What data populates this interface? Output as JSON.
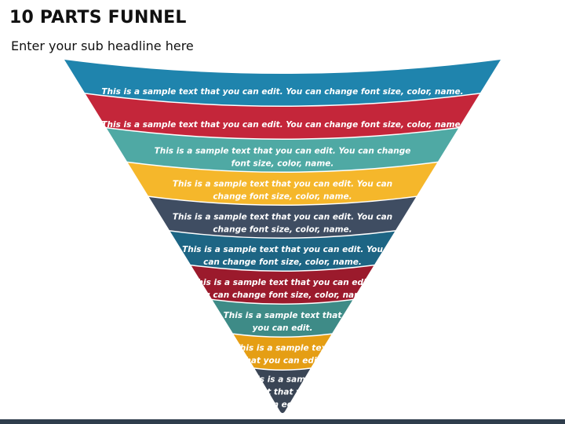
{
  "slide": {
    "title": "10 PARTS FUNNEL",
    "subtitle": "Enter your sub headline here"
  },
  "colors": {
    "text_on_band": "#ffffff",
    "footer_bar": "#2f3d4c"
  },
  "bands": [
    {
      "lines": [
        "This is a sample text that you can edit. You can change font size, color, name."
      ],
      "color": "#1f84ad"
    },
    {
      "lines": [
        "This is a sample text that you can edit. You can change font size, color, name."
      ],
      "color": "#c4263a"
    },
    {
      "lines": [
        "This is a sample text that you can edit. You can change",
        "font size, color, name."
      ],
      "color": "#4fa9a4"
    },
    {
      "lines": [
        "This is a sample text that you can edit. You can",
        "change font size, color, name."
      ],
      "color": "#f5b72b"
    },
    {
      "lines": [
        "This is a sample text that you can edit. You can",
        "change font size, color, name."
      ],
      "color": "#3f4d62"
    },
    {
      "lines": [
        "This is a sample text that you can edit. You",
        "can change font size, color, name."
      ],
      "color": "#1d6584"
    },
    {
      "lines": [
        "This is a sample text that you can edit.",
        "You can change font size, color, name."
      ],
      "color": "#9b1a2c"
    },
    {
      "lines": [
        "This is a sample text that",
        "you can edit."
      ],
      "color": "#3e8b87"
    },
    {
      "lines": [
        "This is a sample text",
        "that you can edit."
      ],
      "color": "#e59e14"
    },
    {
      "lines": [
        "This is a sample",
        "text that you",
        "can edit."
      ],
      "color": "#3a4555"
    }
  ]
}
